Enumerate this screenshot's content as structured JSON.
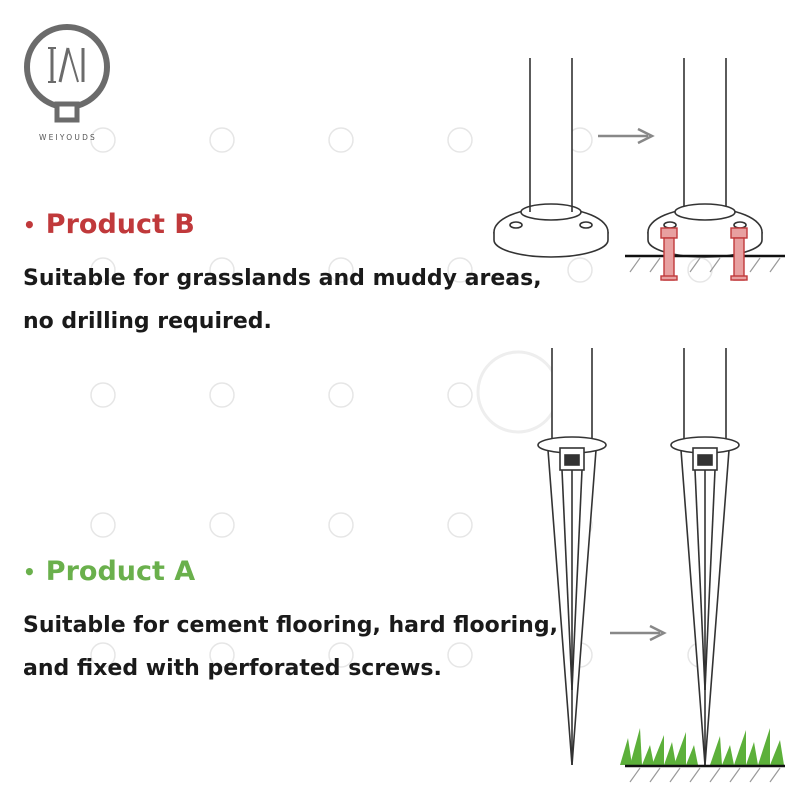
{
  "brand": {
    "name": "WEIYOUDS",
    "watermark_url": "https://weiyouds.taobao.com"
  },
  "product_b": {
    "bullet": "•",
    "title": "Product B",
    "desc_line1": "Suitable for grasslands and muddy areas,",
    "desc_line2": "no drilling required.",
    "color": "#c0393b"
  },
  "product_a": {
    "bullet": "•",
    "title": "Product A",
    "desc_line1": "Suitable for cement flooring, hard flooring,",
    "desc_line2": "and fixed with perforated screws.",
    "color": "#6ab04c"
  },
  "icons": [
    "weiyouds-logo",
    "base-plate-pole-illustration",
    "ground-spike-pole-illustration",
    "arrow-right-icon",
    "grass-icon",
    "screw-anchor-icon"
  ]
}
